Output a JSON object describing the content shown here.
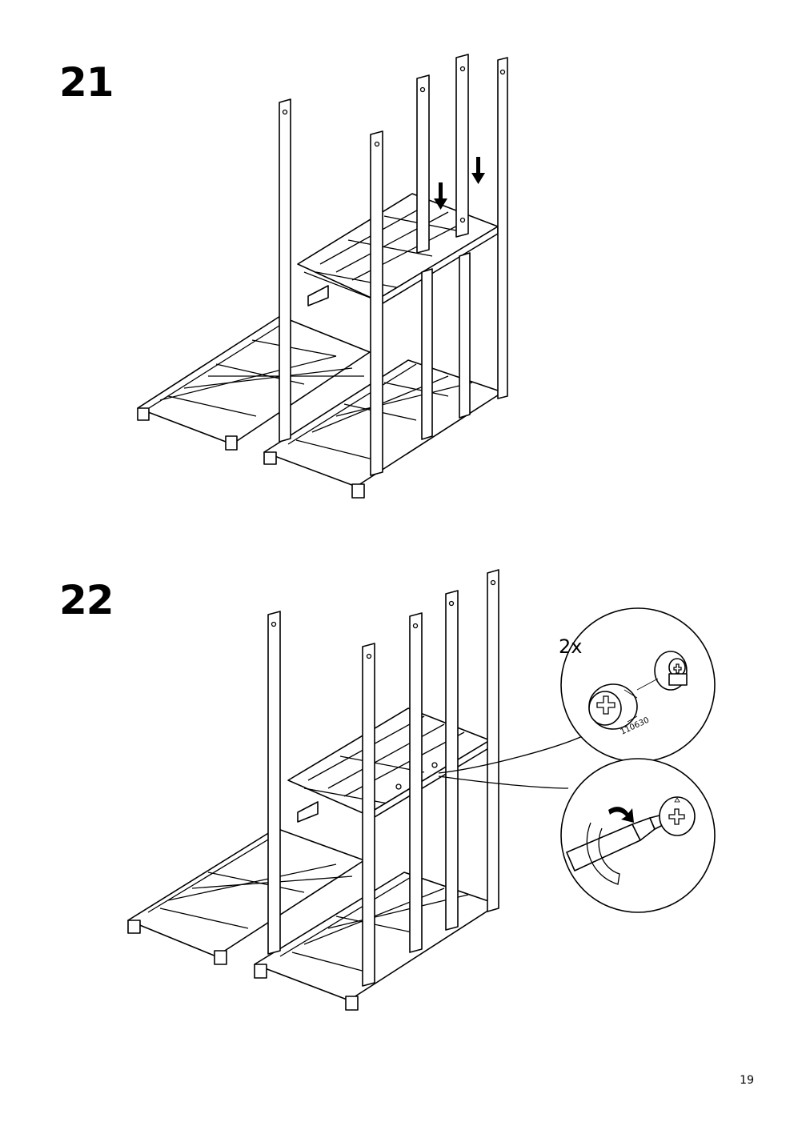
{
  "steps": [
    {
      "number": "21"
    },
    {
      "number": "22",
      "callout": {
        "quantity": "2x",
        "part_number": "110630"
      }
    }
  ],
  "page_number": "19",
  "icons": [
    "down-arrow-icon",
    "cam-lock-icon",
    "screwdriver-icon"
  ]
}
